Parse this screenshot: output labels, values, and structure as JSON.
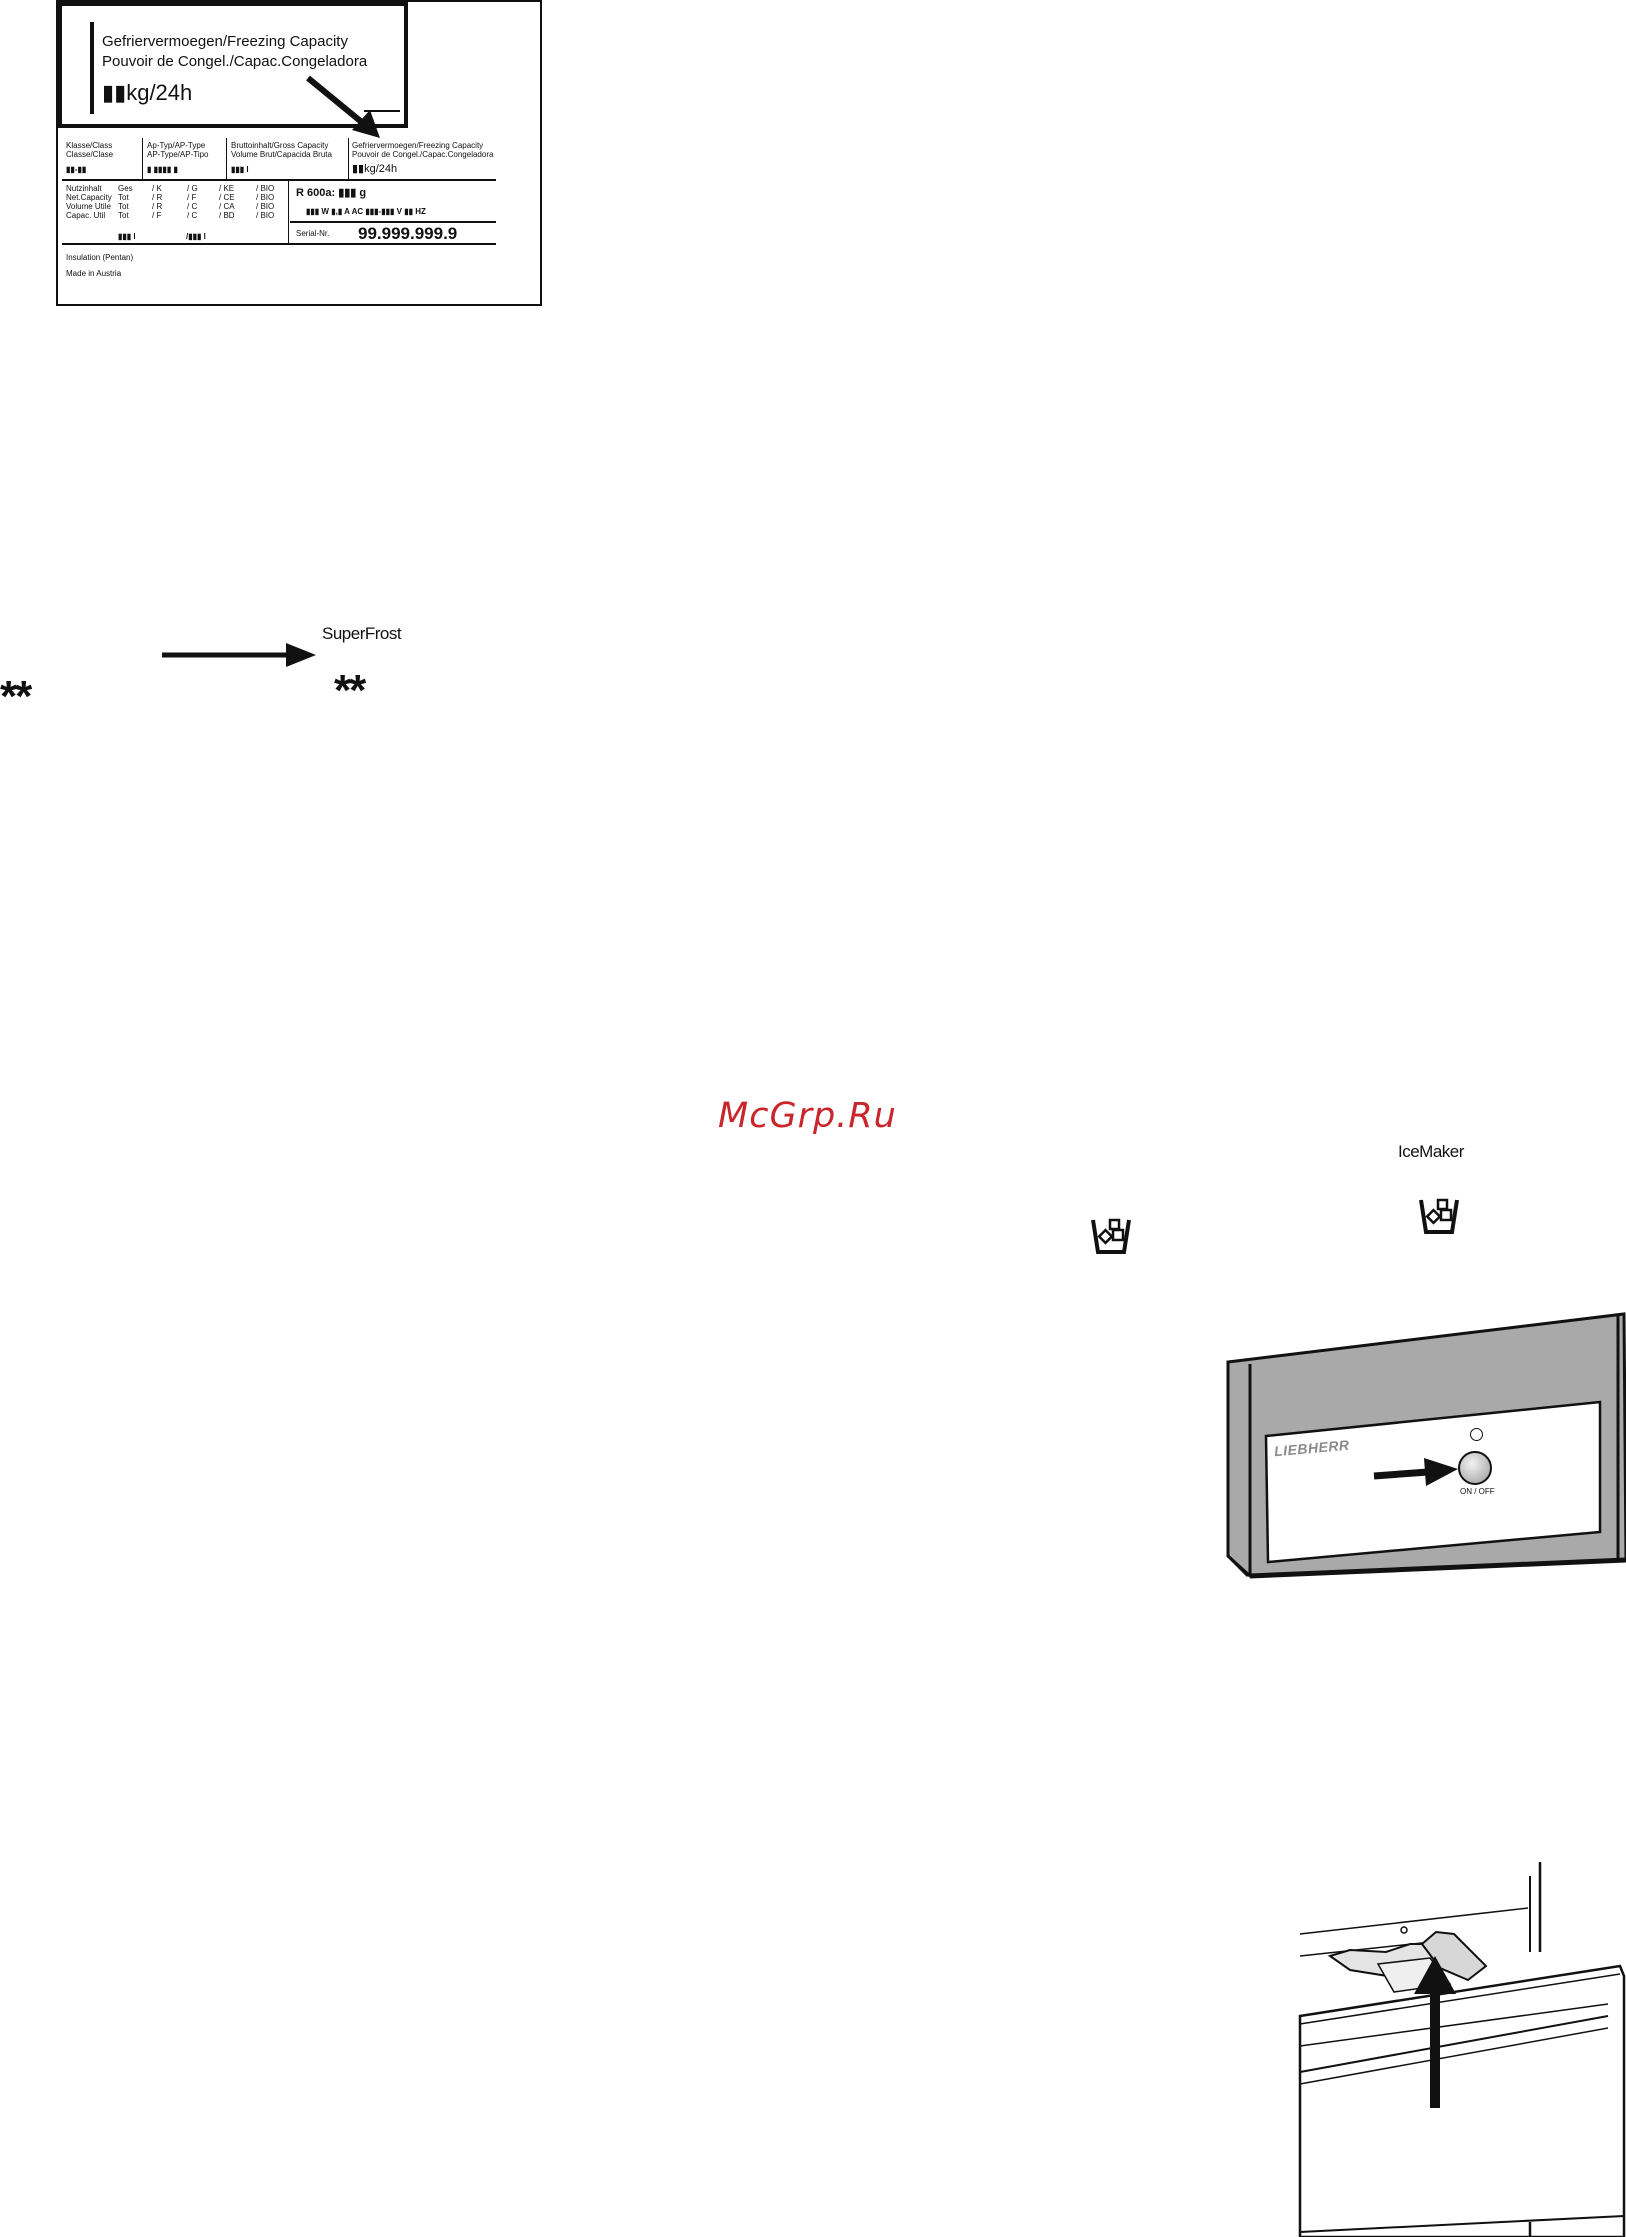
{
  "plate": {
    "header_line1": "Gefriervermoegen/Freezing Capacity",
    "header_line2": "Pouvoir de Congel./Capac.Congeladora",
    "header_capacity": "▮▮kg/24h",
    "col1_l1": "Klasse/Class",
    "col1_l2": "Classe/Clase",
    "col1_val": "▮▮-▮▮",
    "col2_l1": "Ap-Typ/AP-Type",
    "col2_l2": "AP-Type/AP-Tipo",
    "col2_val": "▮ ▮▮▮▮ ▮",
    "col3_l1": "Bruttoinhalt/Gross Capacity",
    "col3_l2": "Volume Brut/Capacida Bruta",
    "col3_val": "▮▮▮ l",
    "col4_l1": "Gefriervermoegen/Freezing Capacity",
    "col4_l2": "Pouvoir de Congel./Capac.Congeladora",
    "col4_val": "▮▮kg/24h",
    "net_labels": [
      "Nutzinhalt",
      "Net.Capacity",
      "Volume Utile",
      "Capac. Util"
    ],
    "net_units": [
      "Ges",
      "Tot",
      "Tot",
      "Tot"
    ],
    "net_a": [
      "/ K",
      "/ R",
      "/ R",
      "/ F"
    ],
    "net_b": [
      "/ G",
      "/ F",
      "/ C",
      "/ C"
    ],
    "net_c": [
      "/ KE",
      "/ CE",
      "/ CA",
      "/ BD"
    ],
    "net_d": [
      "/ BIO",
      "/ BIO",
      "/ BIO",
      "/ BIO"
    ],
    "net_total1": "▮▮▮ l",
    "net_total2": "/▮▮▮ l",
    "refrigerant": "R 600a: ▮▮▮ g",
    "electrical": "▮▮▮ W  ▮,▮ A  AC ▮▮▮-▮▮▮  V  ▮▮ HZ",
    "serial_label": "Serial-Nr.",
    "serial_value": "99.999.999.9",
    "insulation": "Insulation (Pentan)",
    "made_in": "Made in Austria"
  },
  "superfrost": {
    "label": "SuperFrost",
    "stars_left": "**",
    "stars_right": "**"
  },
  "watermark": "McGrp.Ru",
  "icemaker": {
    "label": "IceMaker"
  },
  "control_panel": {
    "brand": "LIEBHERR",
    "button_label": "ON / OFF"
  }
}
